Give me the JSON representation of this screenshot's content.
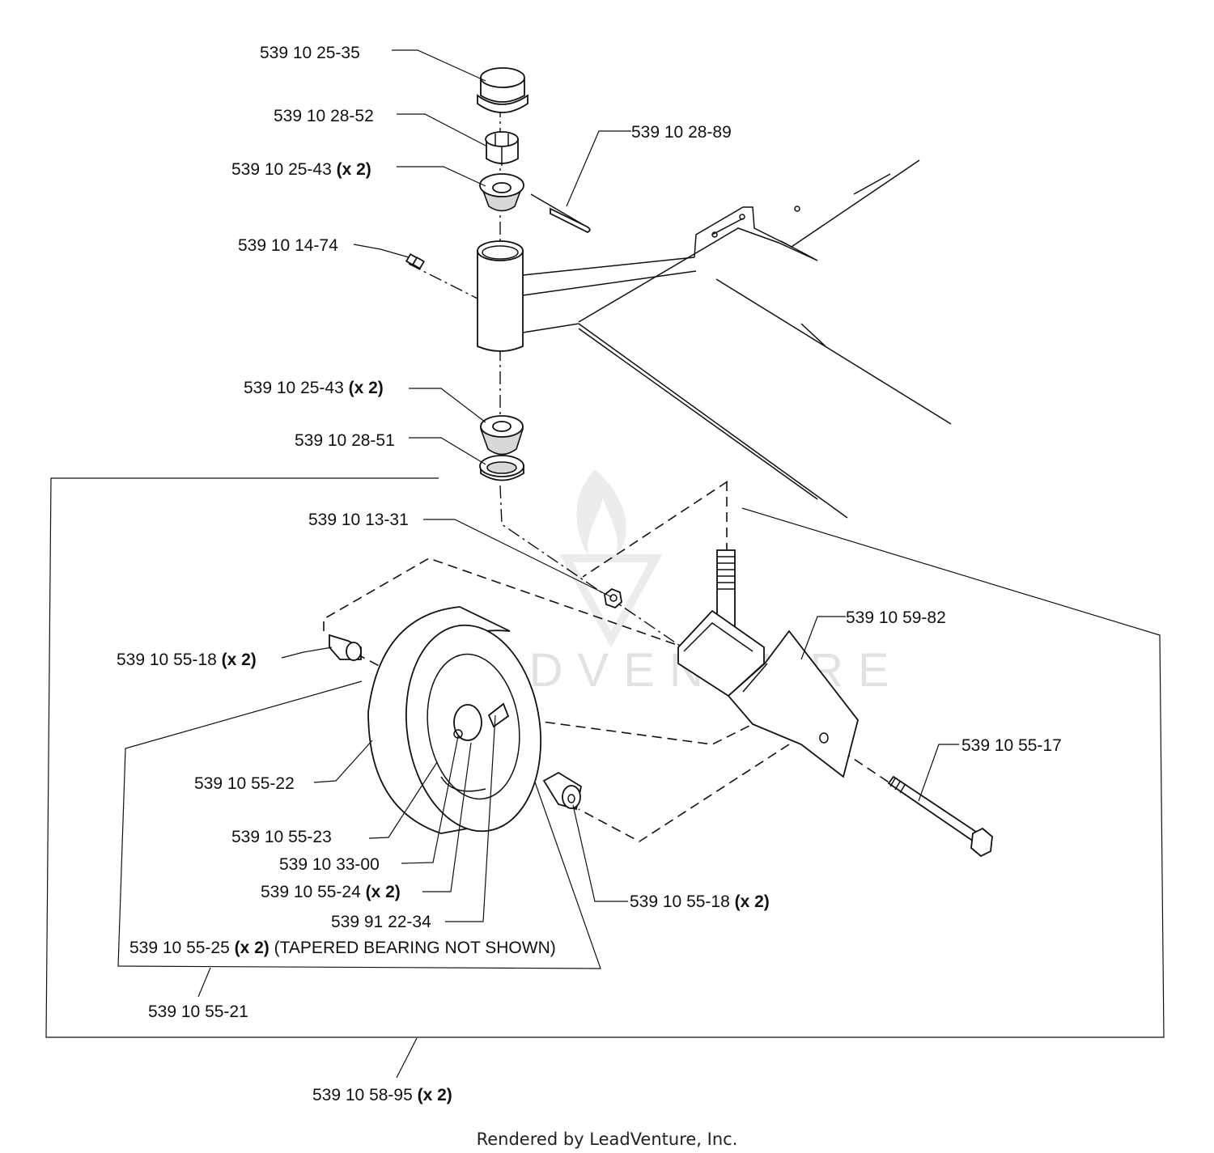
{
  "callouts": [
    {
      "id": "cap",
      "part": "539 10 25-35",
      "qty": ""
    },
    {
      "id": "castle-nut",
      "part": "539 10 28-52",
      "qty": ""
    },
    {
      "id": "cotter-pin",
      "part": "539 10 28-89",
      "qty": ""
    },
    {
      "id": "upper-bearing",
      "part": "539 10 25-43",
      "qty": "(x 2)"
    },
    {
      "id": "grease-fitting",
      "part": "539 10 14-74",
      "qty": ""
    },
    {
      "id": "lower-bearing",
      "part": "539 10 25-43",
      "qty": "(x 2)"
    },
    {
      "id": "seal",
      "part": "539 10 28-51",
      "qty": ""
    },
    {
      "id": "hex-nut",
      "part": "539 10 13-31",
      "qty": ""
    },
    {
      "id": "caster-fork",
      "part": "539 10 59-82",
      "qty": ""
    },
    {
      "id": "spacer-left",
      "part": "539 10 55-18",
      "qty": "(x 2)"
    },
    {
      "id": "axle-bolt",
      "part": "539 10 55-17",
      "qty": ""
    },
    {
      "id": "tire",
      "part": "539 10 55-22",
      "qty": ""
    },
    {
      "id": "rim",
      "part": "539 10 55-23",
      "qty": ""
    },
    {
      "id": "wheel-fitting",
      "part": "539 10 33-00",
      "qty": ""
    },
    {
      "id": "bearing-cup",
      "part": "539 10 55-24",
      "qty": "(x 2)"
    },
    {
      "id": "valve",
      "part": "539 91 22-34",
      "qty": ""
    },
    {
      "id": "spacer-right",
      "part": "539 10 55-18",
      "qty": "(x 2)"
    },
    {
      "id": "wheel-assembly",
      "part": "539 10 55-21",
      "qty": ""
    },
    {
      "id": "caster-assembly",
      "part": "539 10 58-95",
      "qty": "(x 2)"
    }
  ],
  "note": {
    "part": "539 10 55-25",
    "qty": "(x 2)",
    "text": "(TAPERED BEARING NOT SHOWN)"
  },
  "watermark": "LEADVENTURE",
  "footer": "Rendered by LeadVenture, Inc."
}
